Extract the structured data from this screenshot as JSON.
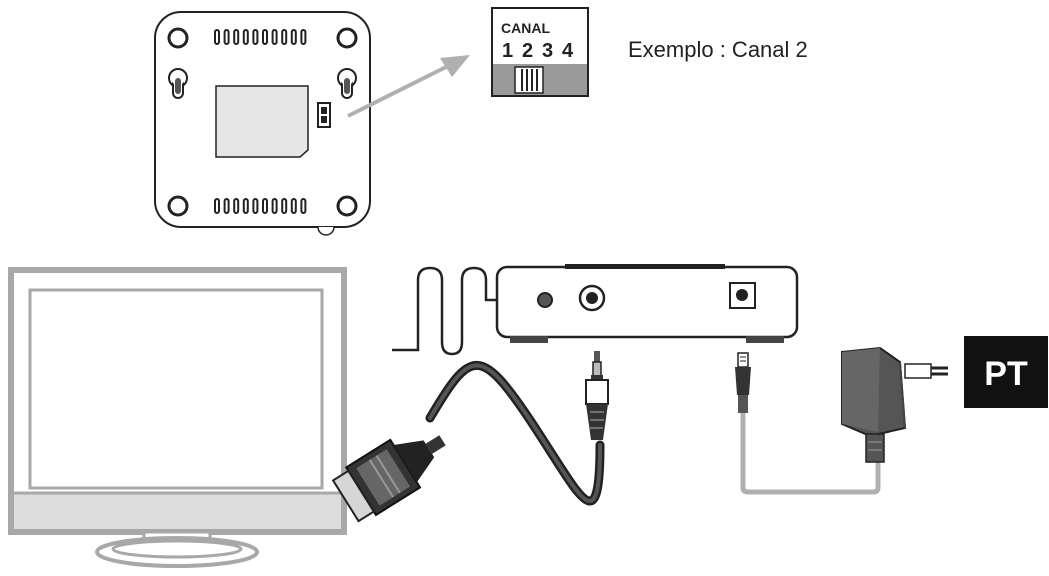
{
  "channel_switch": {
    "title": "CANAL",
    "channels": [
      "1",
      "2",
      "3",
      "4"
    ]
  },
  "caption": "Exemplo : Canal 2",
  "language_badge": "PT"
}
